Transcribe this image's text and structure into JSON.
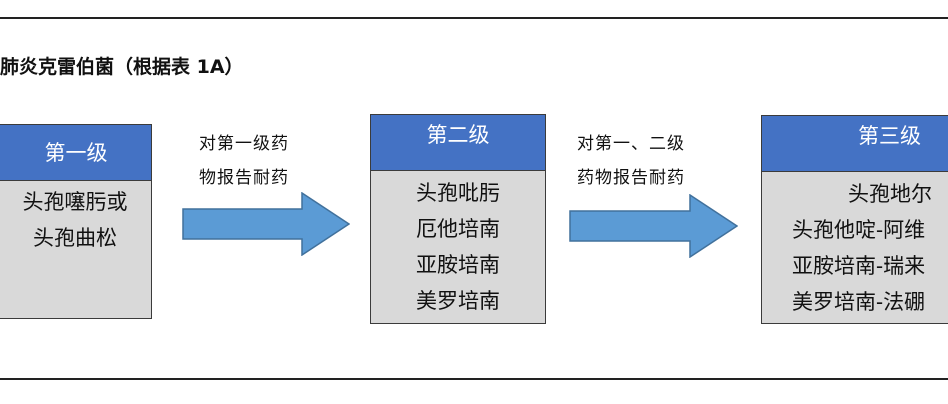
{
  "title": "肺炎克雷伯菌（根据表 1A）",
  "tiers": [
    {
      "label": "第一级",
      "drugs": [
        "头孢噻肟或",
        "头孢曲松"
      ]
    },
    {
      "label": "第二级",
      "drugs": [
        "头孢吡肟",
        "厄他培南",
        "亚胺培南",
        "美罗培南"
      ]
    },
    {
      "label": "第三级",
      "drugs": [
        "头孢地尔",
        "头孢他啶-阿维",
        "亚胺培南-瑞来",
        "美罗培南-法硼"
      ]
    }
  ],
  "transitions": [
    {
      "line1": "对第一级药",
      "line2": "物报告耐药"
    },
    {
      "line1": "对第一、二级",
      "line2": "药物报告耐药"
    }
  ],
  "colors": {
    "header": "#4472c4",
    "box": "#d9d9d9",
    "arrow": "#5b9bd5"
  }
}
